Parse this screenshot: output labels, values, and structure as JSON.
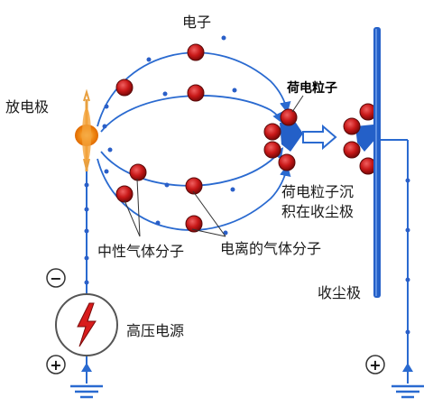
{
  "labels": {
    "electron": "电子",
    "emitter": "放电极",
    "charged_particle": "荷电粒子",
    "deposited_line1": "荷电粒子沉",
    "deposited_line2": "积在收尘极",
    "neutral_molecule": "中性气体分子",
    "ionized_molecule": "电离的气体分子",
    "collector": "收尘极",
    "hv_source": "高压电源"
  },
  "signs": {
    "minus": "−",
    "plus": "+"
  },
  "colors": {
    "wire": "#2a6ad0",
    "dot": "#2a5fc8",
    "particle_red": "#cc1f1f",
    "particle_edge": "#5a0a0a",
    "collector_plate": "#2460c8",
    "emitter_glow": "#f07a12",
    "bolt": "#d81c1c",
    "ground": "#2a6ad0"
  }
}
